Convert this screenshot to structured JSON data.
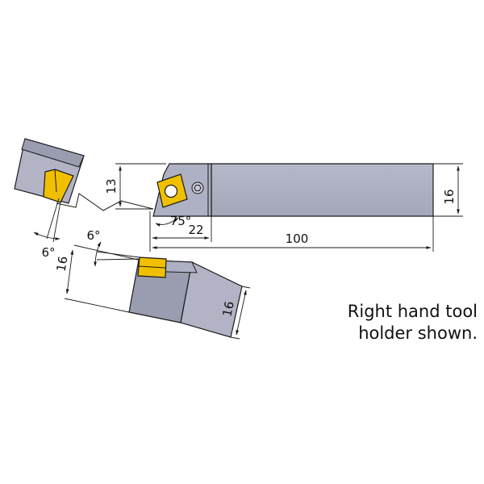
{
  "colors": {
    "steel_light": "#b2b4c6",
    "steel_dark": "#9698ac",
    "insert": "#f0c000",
    "outline": "#1a1a1a"
  },
  "dimensions": {
    "shank_width_right": "16",
    "length_total": "100",
    "offset": "22",
    "approach_angle": "75°",
    "height_to_edge": "13",
    "clearance_angle_left": "6°",
    "clearance_angle_bottom": "6°",
    "height_bottom": "16",
    "width_bottom": "16"
  },
  "note": {
    "line1": "Right hand tool",
    "line2": "holder shown."
  }
}
